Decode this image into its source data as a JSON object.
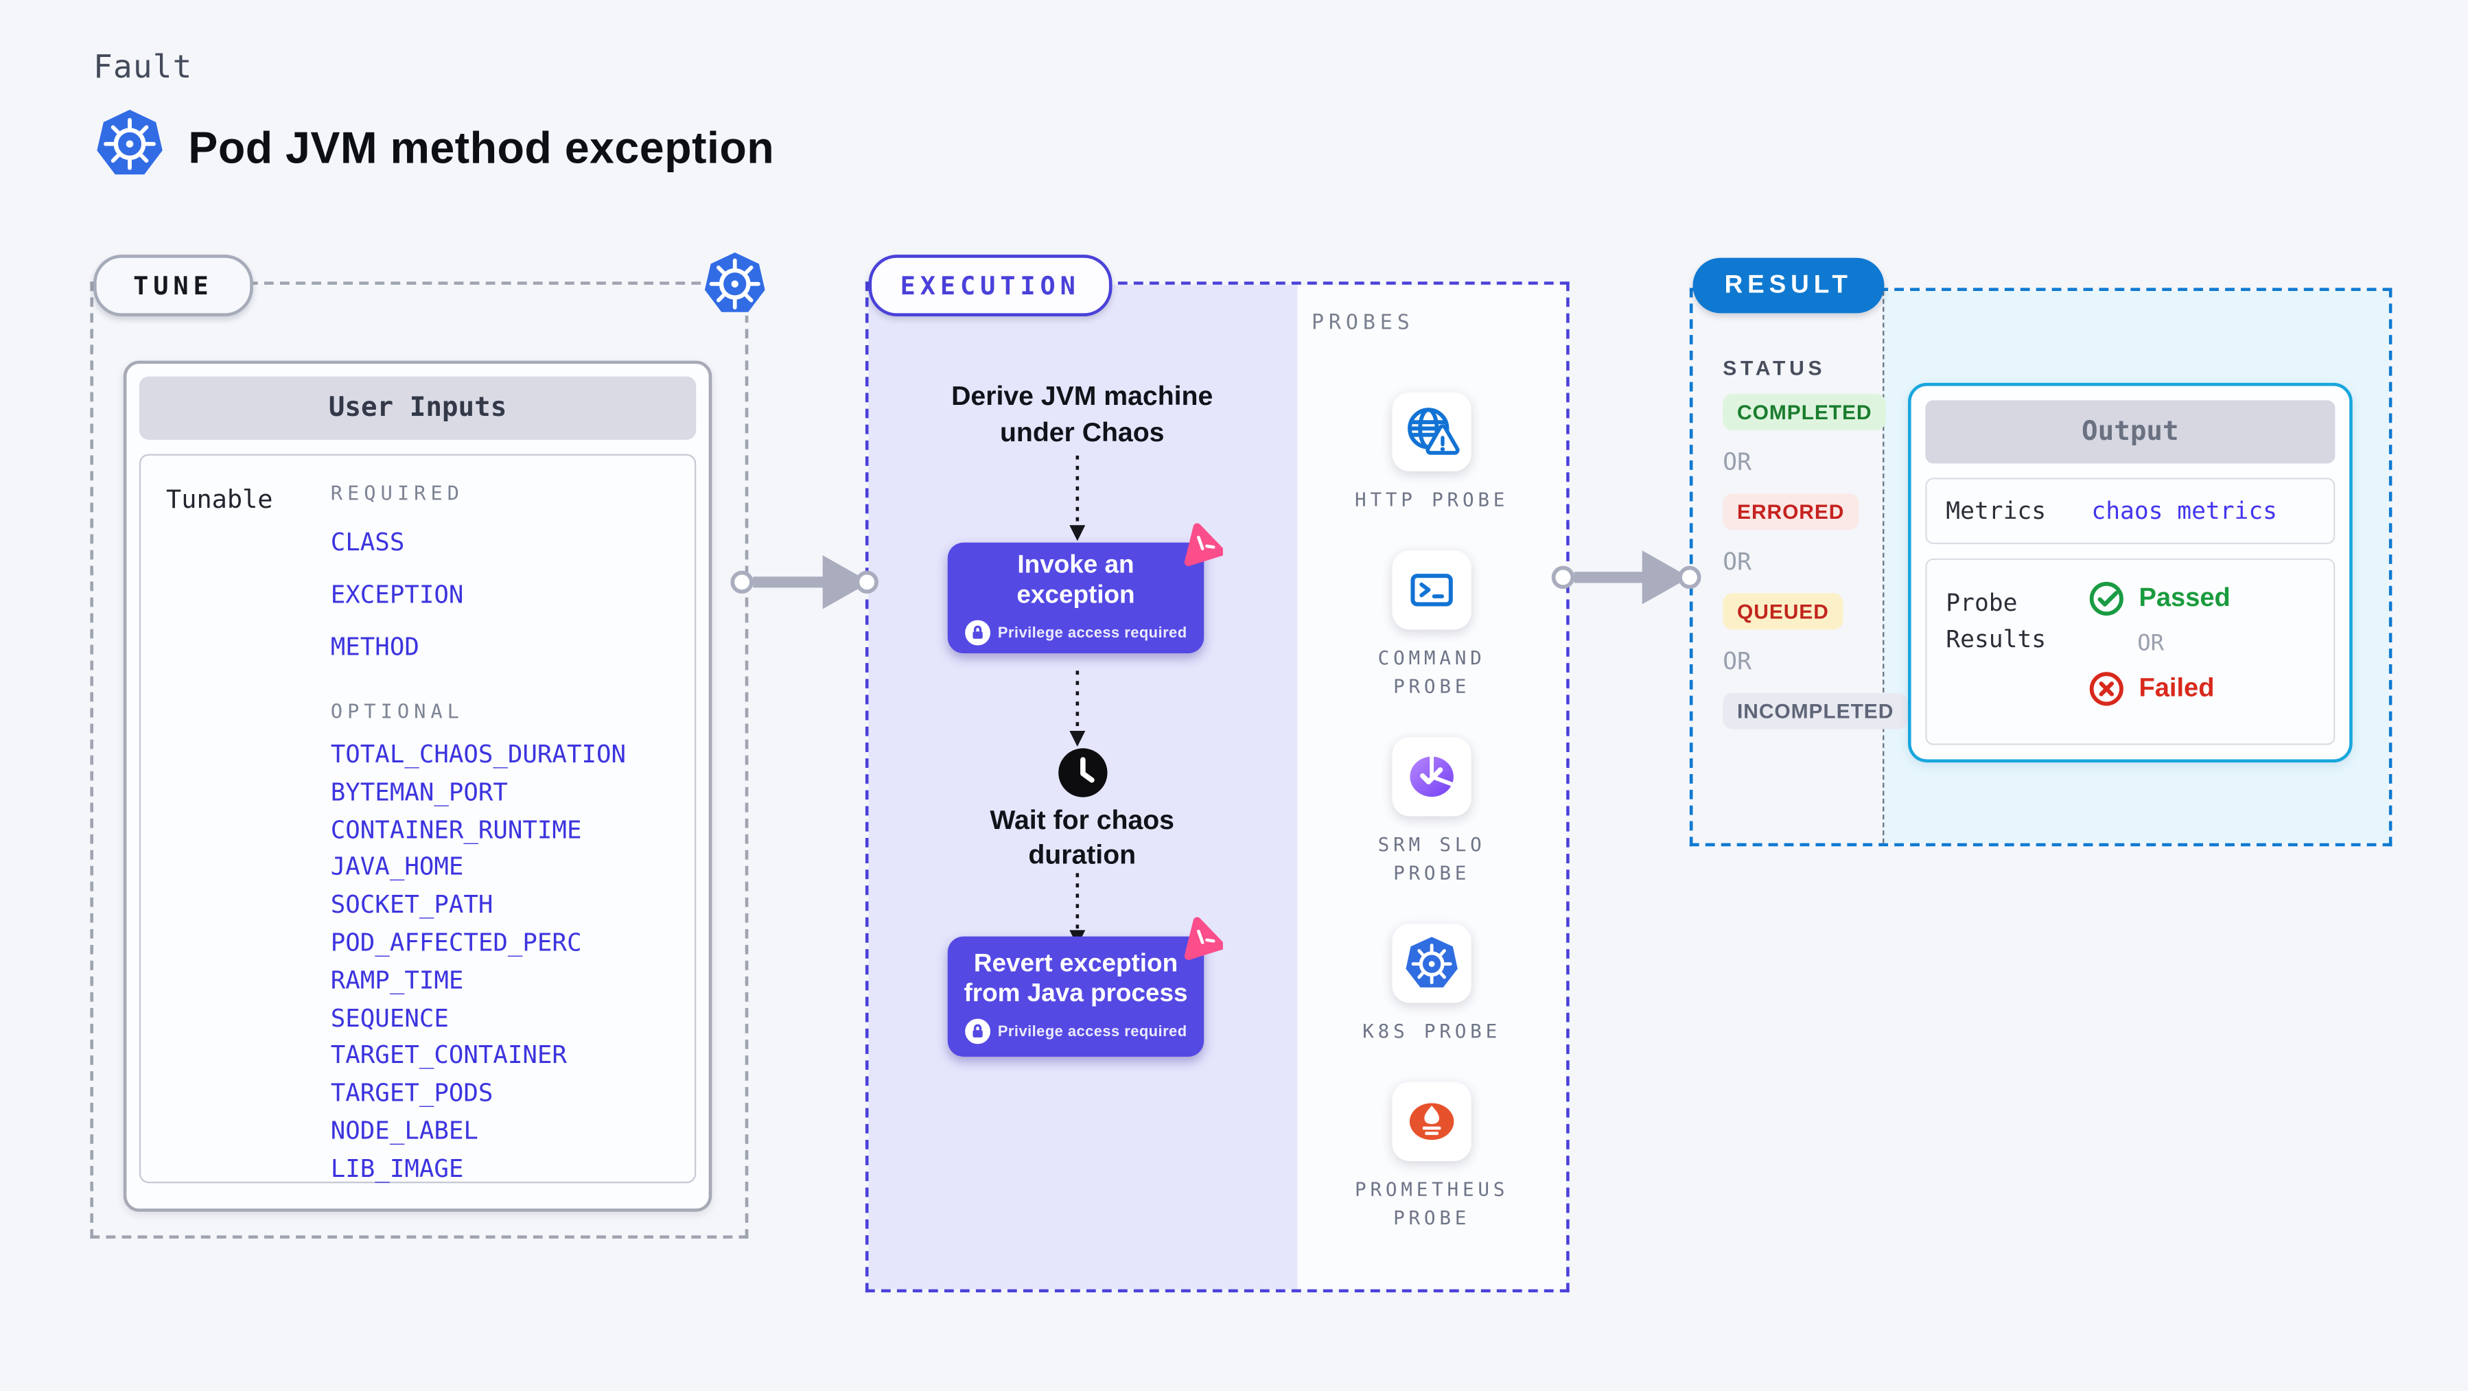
{
  "page": {
    "kicker": "Fault",
    "title": "Pod JVM method exception"
  },
  "tune": {
    "badge": "TUNE",
    "card_title": "User Inputs",
    "row_label": "Tunable",
    "required_label": "REQUIRED",
    "required_items": [
      "CLASS",
      "EXCEPTION",
      "METHOD"
    ],
    "optional_label": "OPTIONAL",
    "optional_items": [
      "TOTAL_CHAOS_DURATION",
      "BYTEMAN_PORT",
      "CONTAINER_RUNTIME",
      "JAVA_HOME",
      "SOCKET_PATH",
      "POD_AFFECTED_PERC",
      "RAMP_TIME",
      "SEQUENCE",
      "TARGET_CONTAINER",
      "TARGET_PODS",
      "NODE_LABEL",
      "LIB_IMAGE"
    ]
  },
  "execution": {
    "badge": "EXECUTION",
    "step_derive": "Derive JVM machine under Chaos",
    "invoke_label": "Invoke an exception",
    "privilege_note": "Privilege access required",
    "wait_label": "Wait for chaos duration",
    "revert_label": "Revert exception from Java process"
  },
  "probes": {
    "panel_label": "PROBES",
    "items": [
      {
        "label": "HTTP PROBE",
        "icon": "globe-warning-icon"
      },
      {
        "label": "COMMAND PROBE",
        "icon": "terminal-icon"
      },
      {
        "label": "SRM SLO PROBE",
        "icon": "slo-donut-check-icon"
      },
      {
        "label": "K8S PROBE",
        "icon": "kubernetes-icon"
      },
      {
        "label": "PROMETHEUS PROBE",
        "icon": "prometheus-flame-icon"
      }
    ]
  },
  "result": {
    "badge": "RESULT",
    "status_label": "STATUS",
    "or_label": "OR",
    "statuses": [
      {
        "label": "COMPLETED",
        "bg": "#def4de",
        "text_color": "#1a7d2e"
      },
      {
        "label": "ERRORED",
        "bg": "#fbe9e7",
        "text_color": "#c5221f"
      },
      {
        "label": "QUEUED",
        "bg": "#fcf0c8",
        "text_color": "#c0261d"
      },
      {
        "label": "INCOMPLETED",
        "bg": "#e9eaf1",
        "text_color": "#5f6578"
      }
    ],
    "output": {
      "title": "Output",
      "metrics_label": "Metrics",
      "metrics_value": "chaos metrics",
      "probe_results_label": "Probe Results",
      "passed_label": "Passed",
      "or_label": "OR",
      "failed_label": "Failed"
    }
  },
  "colors": {
    "page_bg": "#f4f6fa",
    "tune_dash": "#9fa4b0",
    "execution_accent": "#4a41d9",
    "execution_panel_bg": "#e5e6fc",
    "node_purple": "#5449e3",
    "chaos_pink": "#fb4e8b",
    "result_blue": "#0f79d1",
    "output_border_cyan": "#18a6dd",
    "output_bg_cyan": "#e7f6fd",
    "input_item_blue": "#3c34de",
    "probe_icon_blue": "#1273d4",
    "passed_green": "#1a9b3e",
    "failed_red": "#d8291c",
    "kubernetes_blue": "#326ce5",
    "prometheus_orange": "#e6522c"
  }
}
